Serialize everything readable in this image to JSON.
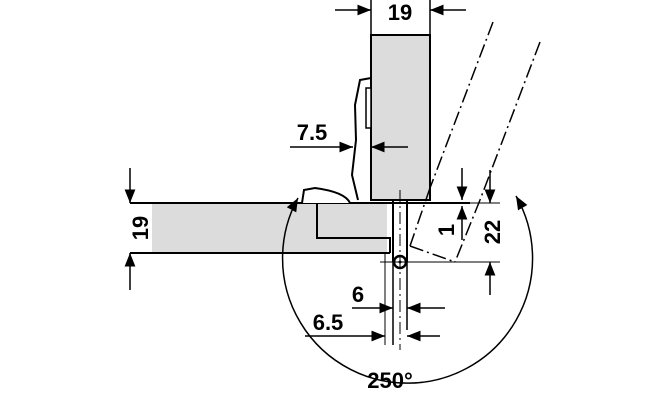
{
  "diagram": {
    "dimensions": {
      "door_thickness": "19",
      "side_panel_thickness": "19",
      "overlay": "7.5",
      "drilling_distance_min": "6",
      "drilling_distance_alt": "6.5",
      "gap": "1",
      "depth": "22",
      "opening_angle": "250°"
    },
    "colors": {
      "panel": "#dcdcdc",
      "line": "#000000"
    }
  }
}
